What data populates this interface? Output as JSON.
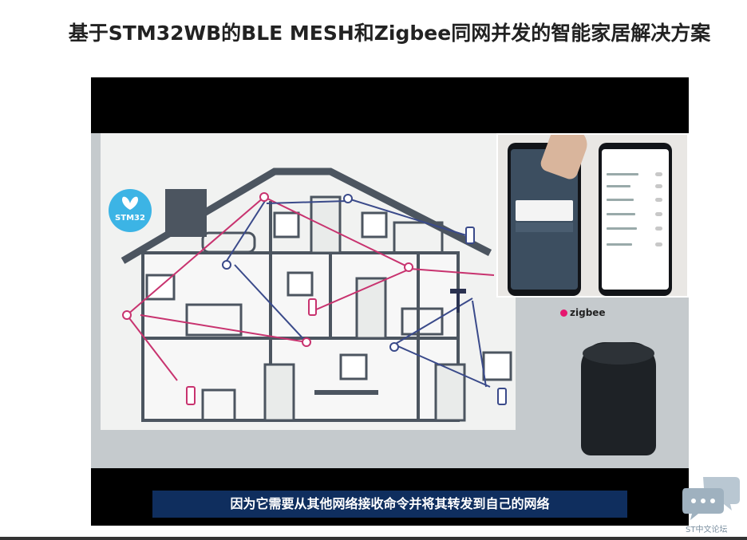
{
  "page": {
    "title": "基于STM32WB的BLE MESH和Zigbee同网并发的智能家居解决方案"
  },
  "video": {
    "subtitle": "因为它需要从其他网络接收命令并将其转发到自己的网络",
    "st_logo_text": "STM32",
    "zigbee_label": "zigbee"
  },
  "forum": {
    "label": "ST中文论坛"
  },
  "colors": {
    "mesh_link": "#c8336f",
    "zigbee_link": "#3a4a8a",
    "subtitle_bg": "#0f2e5e",
    "st_blue": "#3cb4e5"
  }
}
